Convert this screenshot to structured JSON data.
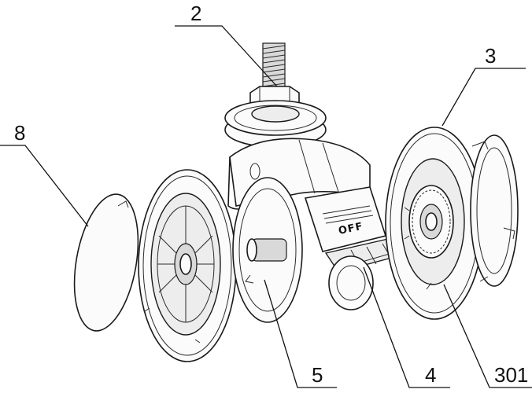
{
  "callouts": {
    "c2": "2",
    "c3": "3",
    "c8": "8",
    "c5": "5",
    "c4": "4",
    "c301": "301"
  },
  "pedal_text": "OFF"
}
